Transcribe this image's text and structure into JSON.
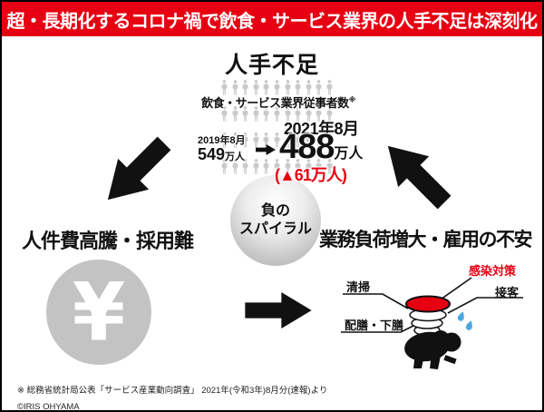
{
  "banner": {
    "title": "超・長期化するコロナ禍で飲食・サービス業界の人手不足は深刻化",
    "bg_color": "#e60012",
    "text_color": "#ffffff"
  },
  "cycle": {
    "top_heading": "人手不足",
    "spiral": {
      "line1": "負の",
      "line2": "スパイラル"
    },
    "left_heading": "人件費高騰・採用難",
    "right_heading": "業務負荷増大・雇用の不安"
  },
  "stats": {
    "caption": "飲食・サービス業界従事者数",
    "caption_note": "※",
    "people_grid": {
      "rows": 4,
      "per_row": 11,
      "icon_color": "#c9c9c9"
    },
    "before": {
      "date": "2019年8月",
      "value": "549",
      "unit": "万人"
    },
    "after": {
      "date": "2021年8月",
      "value": "488",
      "unit": "万人"
    },
    "delta": "(▲61万人)",
    "delta_color": "#e60012"
  },
  "cost_panel": {
    "yen_symbol": "¥"
  },
  "workload_panel": {
    "callouts": {
      "infection": "感染対策",
      "cleaning": "清掃",
      "service": "接客",
      "serving": "配膳・下膳"
    },
    "infection_color": "#e60012",
    "sweat_color": "#4da6e0"
  },
  "footer": {
    "source_note": "※ 総務省統計局公表「サービス産業動向調査」 2021年(令和3年)8月分(速報)より",
    "copyright": "©IRIS OHYAMA"
  },
  "colors": {
    "accent_red": "#e60012",
    "icon_gray": "#c9c9c9",
    "arrow_black": "#111111",
    "circle_gray": "#c3c3c3"
  }
}
